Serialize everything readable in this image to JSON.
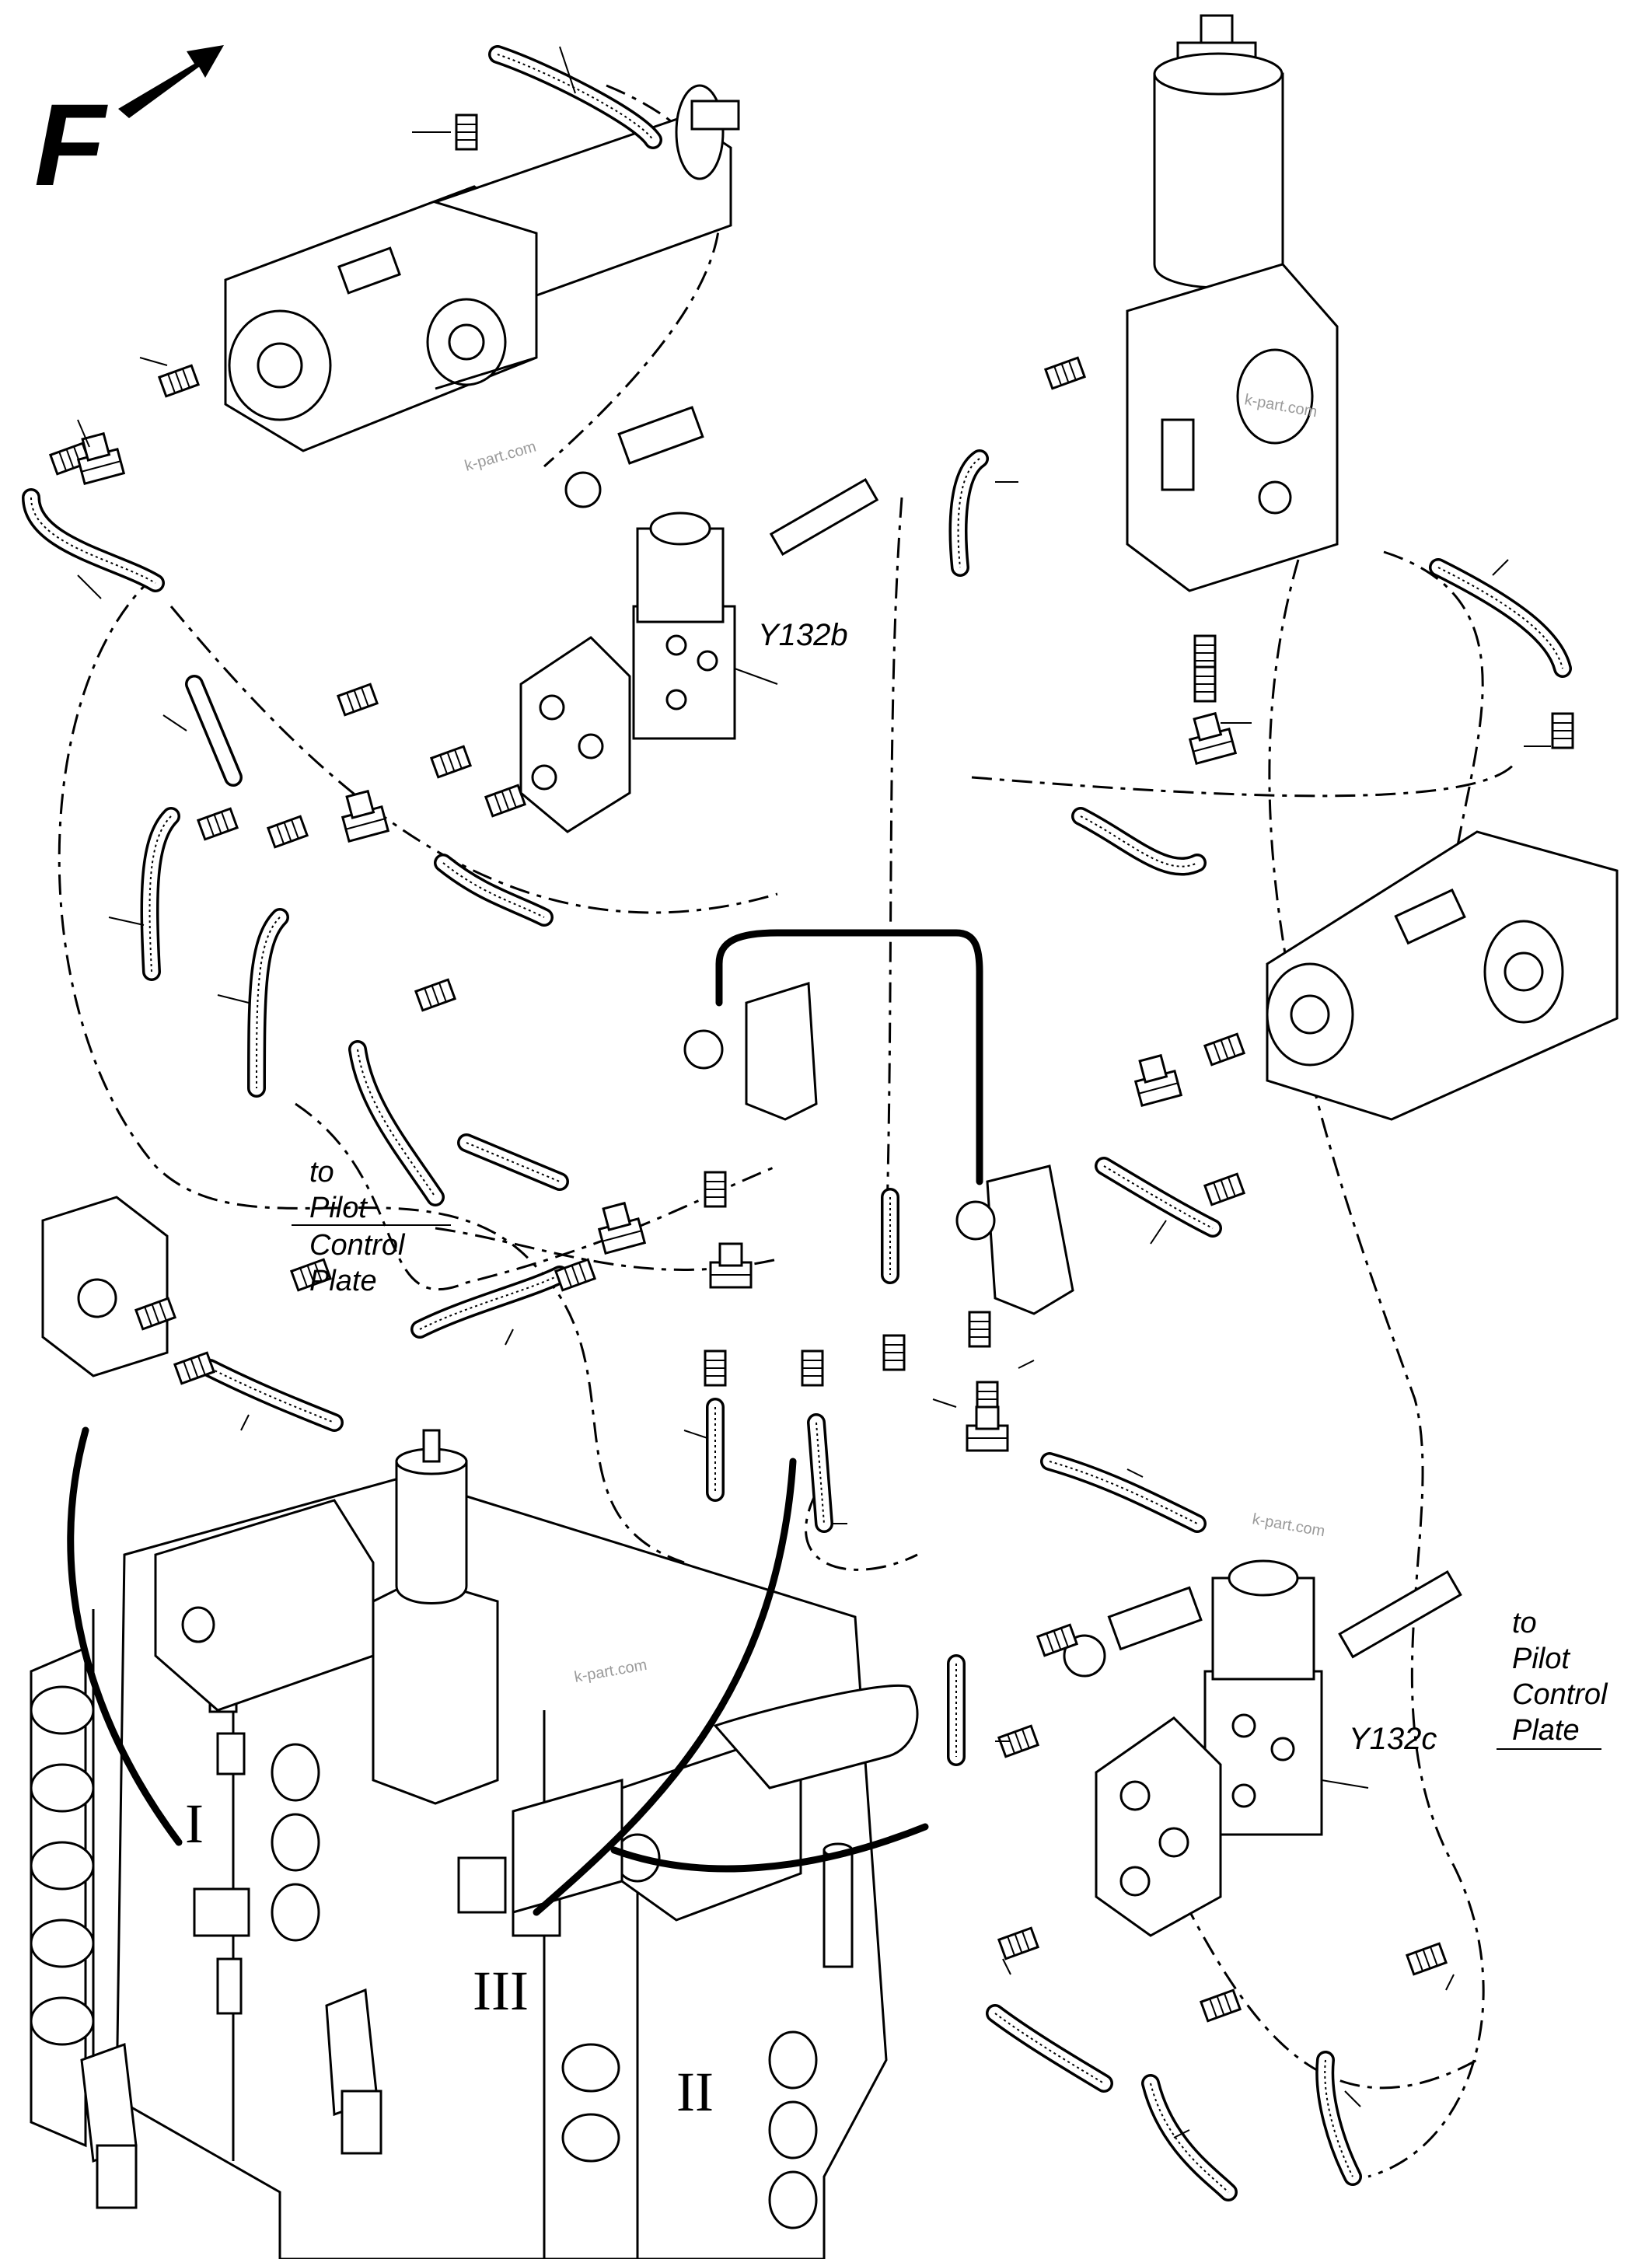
{
  "labels": {
    "direction": "F",
    "valve_b": "Y132b",
    "valve_c": "Y132c",
    "pilot_note_left": [
      "to",
      "Pilot",
      "Control",
      "Plate"
    ],
    "pilot_note_right": [
      "to",
      "Pilot",
      "Control",
      "Plate"
    ],
    "section_1": "I",
    "section_2": "II",
    "section_3": "III"
  },
  "watermark": "k-part.com"
}
